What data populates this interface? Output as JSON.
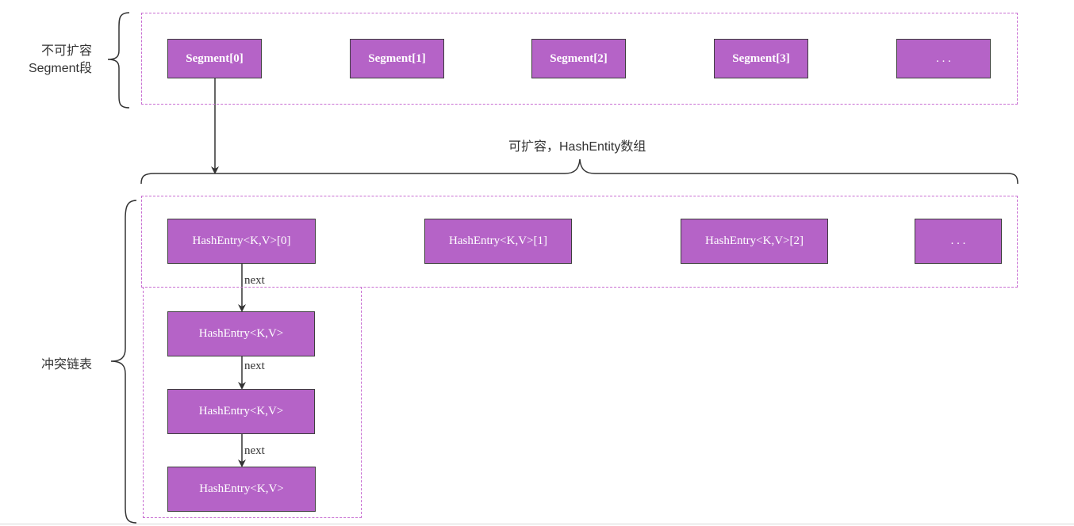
{
  "colors": {
    "box_fill": "#b563c7",
    "dash_border": "#c86dd2",
    "stroke": "#333333"
  },
  "segment_group": {
    "label_line1": "不可扩容",
    "label_line2": "Segment段",
    "segments": [
      "Segment[0]",
      "Segment[1]",
      "Segment[2]",
      "Segment[3]",
      ". . ."
    ]
  },
  "hash_array": {
    "label": "可扩容，HashEntity数组",
    "entries": [
      "HashEntry<K,V>[0]",
      "HashEntry<K,V>[1]",
      "HashEntry<K,V>[2]",
      ". . ."
    ]
  },
  "chain": {
    "label": "冲突链表",
    "nodes": [
      "HashEntry<K,V>",
      "HashEntry<K,V>",
      "HashEntry<K,V>"
    ],
    "link_labels": [
      "next",
      "next",
      "next"
    ]
  }
}
